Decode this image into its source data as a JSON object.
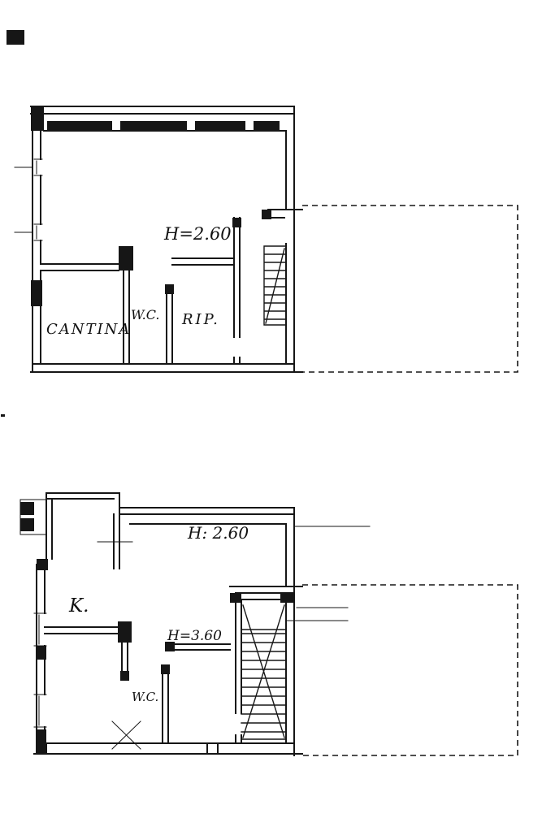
{
  "document": {
    "background": "#ffffff",
    "ink_color": "#161616",
    "kind": "scanned hand-drawn floor plans, two levels"
  },
  "upper_plan": {
    "height_label": "H=2.60",
    "rooms": {
      "cantina": "CANTINA",
      "wc": "W.C.",
      "rip": "RIP."
    }
  },
  "lower_plan": {
    "height_label": "H: 2.60",
    "stair_height_label": "H=3.60",
    "rooms": {
      "kitchen": "K.",
      "wc": "W.C."
    }
  }
}
